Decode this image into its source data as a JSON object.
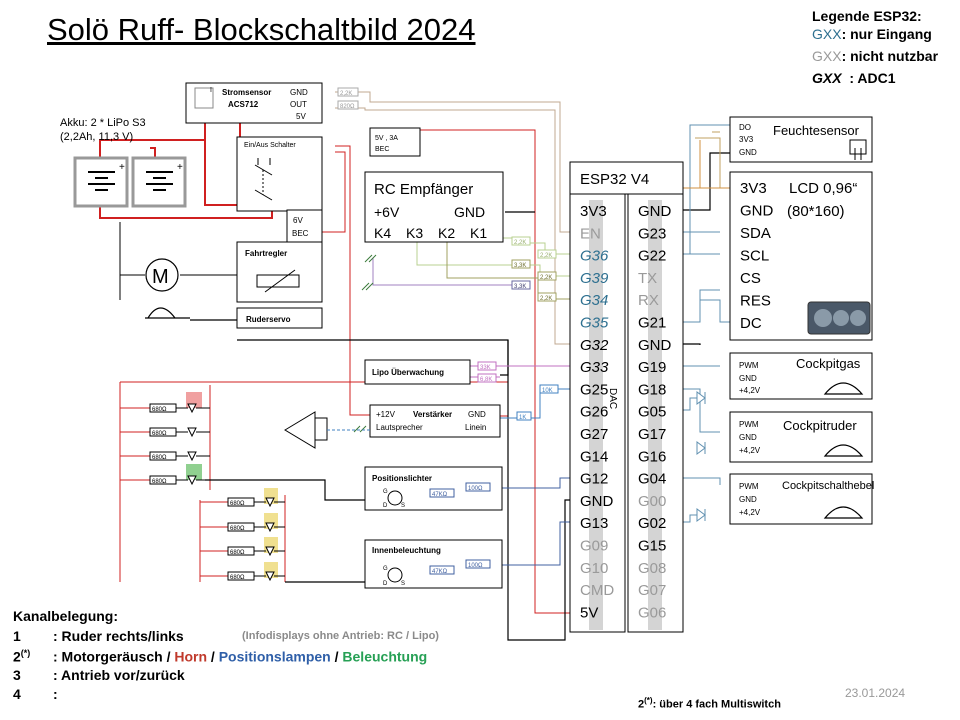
{
  "title": "Solö Ruff-  Blockschaltbild 2024",
  "legend": {
    "title": "Legende ESP32:",
    "input_only_label": "GXX",
    "input_only_text": ": nur Eingang",
    "unusable_label": "GXX",
    "unusable_text": ": nicht nutzbar",
    "adc1_label": "GXX",
    "adc1_text": "  : ADC1",
    "colors": {
      "input_only": "#2e7090",
      "unusable": "#9a9a9a"
    }
  },
  "battery": {
    "line1": "Akku: 2 * LiPo S3",
    "line2": "(2,2Ah, 11,3 V)"
  },
  "current_sensor": {
    "name1": "Stromsensor",
    "name2": "ACS712",
    "pins": [
      "GND",
      "OUT",
      "5V"
    ],
    "res1": "2,2K",
    "res2": "820Ω"
  },
  "switch": {
    "label": "Ein/Aus  Schalter"
  },
  "bec1": {
    "line1": "5V , 3A",
    "line2": "BEC"
  },
  "rc_receiver": {
    "title": "RC Empfänger",
    "plus": "+6V",
    "gnd": "GND",
    "channels": [
      "K4",
      "K3",
      "K2",
      "K1"
    ]
  },
  "bec2": {
    "line1": "6V",
    "line2": "BEC"
  },
  "esc": {
    "label": "Fahrtregler"
  },
  "motor": {
    "label": "M"
  },
  "rudder_servo": {
    "label": "Ruderservo"
  },
  "lipo_monitor": {
    "label": "Lipo Überwachung",
    "res1": "33K",
    "res2": "6,8K"
  },
  "amplifier": {
    "plus": "+12V",
    "name": "Verstärker",
    "gnd": "GND",
    "speaker": "Lautsprecher",
    "linein": "Linein",
    "res": "1K"
  },
  "position_lights": {
    "label": "Positionslichter",
    "res_gate": "100Ω",
    "res_pd": "47KΩ"
  },
  "interior_lights": {
    "label": "Innenbeleuchtung",
    "res_gate": "100Ω",
    "res_pd": "47KΩ"
  },
  "led_resistor": "680Ω",
  "fet_pins": {
    "g": "G",
    "d": "D",
    "s": "S"
  },
  "receiver_res": [
    "2,2K",
    "2,2K",
    "3,3K",
    "2,2K",
    "3,3K",
    "2,2K"
  ],
  "dac_label": "DAC",
  "res_10k": "10K",
  "esp32": {
    "title": "ESP32  V4",
    "left_pins": [
      "3V3",
      "EN",
      "G36",
      "G39",
      "G34",
      "G35",
      "G32",
      "G33",
      "G25",
      "G26",
      "G27",
      "G14",
      "G12",
      "GND",
      "G13",
      "G09",
      "G10",
      "CMD",
      "5V"
    ],
    "left_styles": [
      "n",
      "u",
      "i",
      "i",
      "i",
      "i",
      "a",
      "a",
      "n",
      "n",
      "n",
      "n",
      "n",
      "n",
      "n",
      "u",
      "u",
      "u",
      "n"
    ],
    "right_pins": [
      "GND",
      "G23",
      "G22",
      "TX",
      "RX",
      "G21",
      "GND",
      "G19",
      "G18",
      "G05",
      "G17",
      "G16",
      "G04",
      "G00",
      "G02",
      "G15",
      "G08",
      "G07",
      "G06"
    ],
    "right_styles": [
      "n",
      "n",
      "n",
      "u",
      "u",
      "n",
      "n",
      "n",
      "n",
      "n",
      "n",
      "n",
      "n",
      "u",
      "n",
      "n",
      "u",
      "u",
      "u"
    ]
  },
  "humidity_sensor": {
    "pins": [
      "DO",
      "3V3",
      "GND"
    ],
    "label": "Feuchtesensor"
  },
  "lcd": {
    "pins": [
      "3V3",
      "GND",
      "SDA",
      "SCL",
      "CS",
      "RES",
      "DC"
    ],
    "label1": "LCD 0,96“",
    "label2": "(80*160)"
  },
  "cockpit_gas": {
    "label": "Cockpitgas",
    "pins": [
      "PWM",
      "GND",
      "+4,2V"
    ]
  },
  "cockpit_ruder": {
    "label": "Cockpitruder",
    "pins": [
      "PWM",
      "GND",
      "+4,2V"
    ]
  },
  "cockpit_schalthebel": {
    "label": "Cockpitschalthebel",
    "pins": [
      "PWM",
      "GND",
      "+4,2V"
    ]
  },
  "kanalbelegung": {
    "title": "Kanalbelegung:",
    "rows": [
      {
        "num": "1",
        "text": ": Ruder rechts/links"
      },
      {
        "num": "2",
        "text": ": Motorgeräusch / "
      },
      {
        "num": "3",
        "text": ": Antrieb vor/zurück"
      },
      {
        "num": "4",
        "text": ":"
      }
    ],
    "row2_sup": "(*)",
    "horn": "Horn",
    "sep1": " / ",
    "pos": "Positionslampen",
    "sep2": " / ",
    "bel": "Beleuchtung",
    "info": "(Infodisplays ohne Antrieb: RC / Lipo)"
  },
  "date": "23.01.2024",
  "footnote": {
    "prefix": "2",
    "sup": "(*)",
    "text": ": über 4 fach Multiswitch"
  }
}
